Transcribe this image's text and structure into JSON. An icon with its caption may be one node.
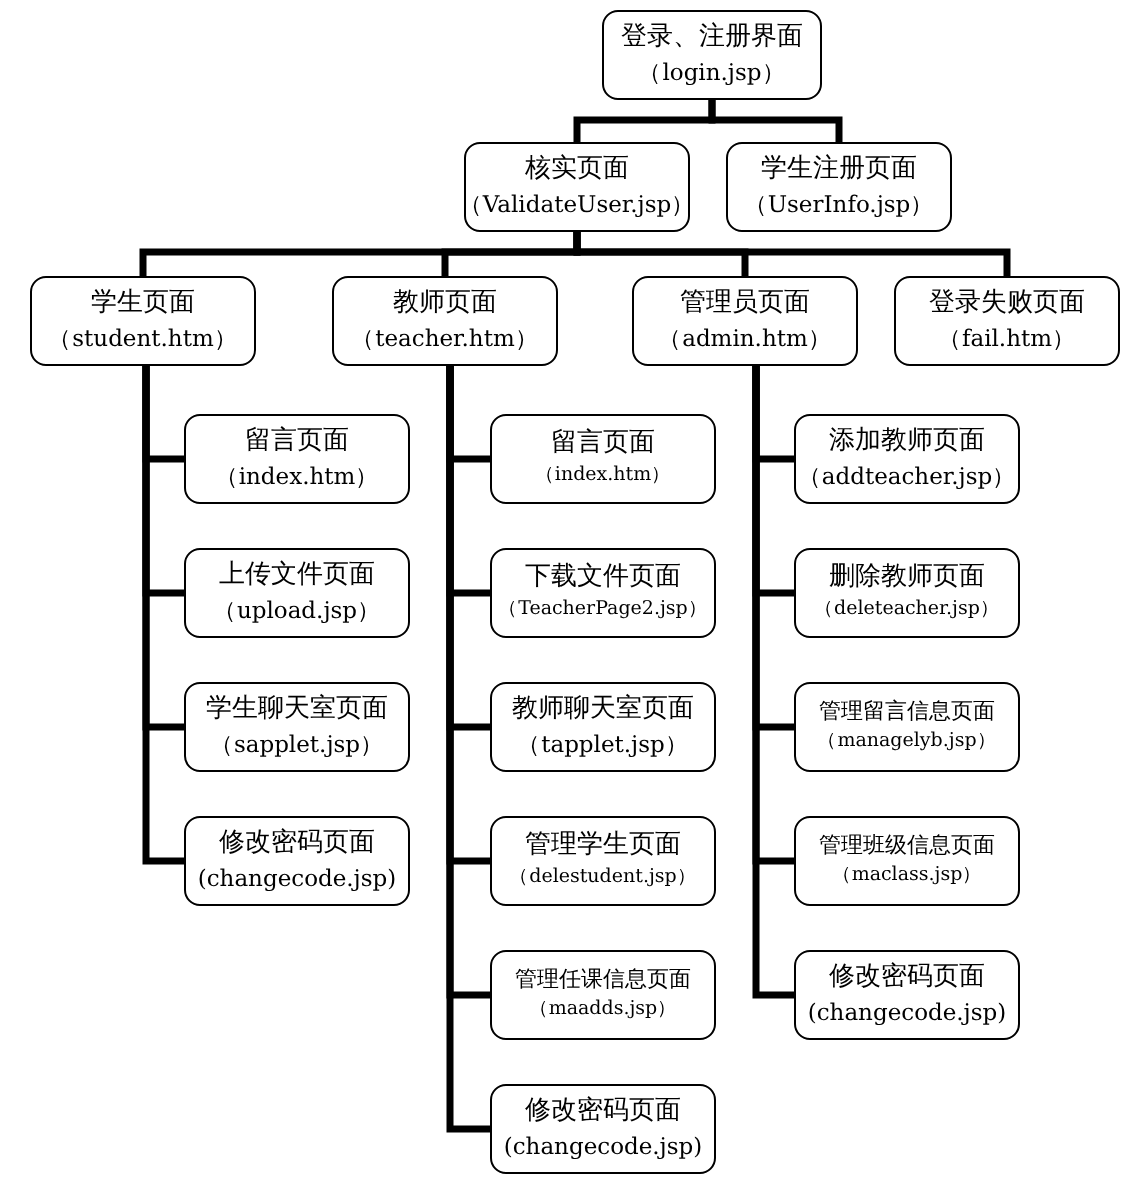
{
  "diagram": {
    "nodes": [
      {
        "text": [
          "登录、注册界面",
          "（login.jsp）"
        ]
      },
      {
        "text": [
          "核实页面",
          "（ValidateUser.jsp）"
        ]
      },
      {
        "text": [
          "学生注册页面",
          "（UserInfo.jsp）"
        ]
      },
      {
        "text": [
          "学生页面",
          "（student.htm）"
        ]
      },
      {
        "text": [
          "教师页面",
          "（teacher.htm）"
        ]
      },
      {
        "text": [
          "管理员页面",
          "（admin.htm）"
        ]
      },
      {
        "text": [
          "登录失败页面",
          "（fail.htm）"
        ]
      },
      {
        "text": [
          "留言页面",
          "（index.htm）"
        ]
      },
      {
        "text": [
          "上传文件页面",
          "（upload.jsp）"
        ]
      },
      {
        "text": [
          "学生聊天室页面",
          "（sapplet.jsp）"
        ]
      },
      {
        "text": [
          "修改密码页面",
          "(changecode.jsp)"
        ]
      },
      {
        "text": [
          "留言页面",
          "（index.htm）"
        ]
      },
      {
        "text": [
          "下载文件页面",
          "（TeacherPage2.jsp）"
        ]
      },
      {
        "text": [
          "教师聊天室页面",
          "（tapplet.jsp）"
        ]
      },
      {
        "text": [
          "管理学生页面",
          "（delestudent.jsp）"
        ]
      },
      {
        "text": [
          "管理任课信息页面",
          "（maadds.jsp）"
        ]
      },
      {
        "text": [
          "修改密码页面",
          "(changecode.jsp)"
        ]
      },
      {
        "text": [
          "添加教师页面",
          "（addteacher.jsp）"
        ]
      },
      {
        "text": [
          "删除教师页面",
          "（deleteacher.jsp）"
        ]
      },
      {
        "text": [
          "管理留言信息页面",
          "（managelyb.jsp）"
        ]
      },
      {
        "text": [
          "管理班级信息页面",
          "（maclass.jsp）"
        ]
      },
      {
        "text": [
          "修改密码页面",
          "(changecode.jsp)"
        ]
      }
    ],
    "edges": [
      {
        "from": 0,
        "to": 1,
        "arrow": "none"
      },
      {
        "from": 0,
        "to": 2,
        "arrow": "none"
      },
      {
        "from": 1,
        "to": 3,
        "arrow": "none"
      },
      {
        "from": 1,
        "to": 4,
        "arrow": "none"
      },
      {
        "from": 1,
        "to": 5,
        "arrow": "none"
      },
      {
        "from": 1,
        "to": 6,
        "arrow": "none"
      },
      {
        "from": 3,
        "to": 7,
        "arrow": "none"
      },
      {
        "from": 3,
        "to": 8,
        "arrow": "none"
      },
      {
        "from": 3,
        "to": 9,
        "arrow": "none"
      },
      {
        "from": 3,
        "to": 10,
        "arrow": "none"
      },
      {
        "from": 4,
        "to": 11,
        "arrow": "none"
      },
      {
        "from": 4,
        "to": 12,
        "arrow": "none"
      },
      {
        "from": 4,
        "to": 13,
        "arrow": "none"
      },
      {
        "from": 4,
        "to": 14,
        "arrow": "none"
      },
      {
        "from": 4,
        "to": 15,
        "arrow": "none"
      },
      {
        "from": 4,
        "to": 16,
        "arrow": "none"
      },
      {
        "from": 5,
        "to": 17,
        "arrow": "none"
      },
      {
        "from": 5,
        "to": 18,
        "arrow": "none"
      },
      {
        "from": 5,
        "to": 19,
        "arrow": "none"
      },
      {
        "from": 5,
        "to": 20,
        "arrow": "none"
      },
      {
        "from": 5,
        "to": 21,
        "arrow": "none"
      }
    ]
  }
}
